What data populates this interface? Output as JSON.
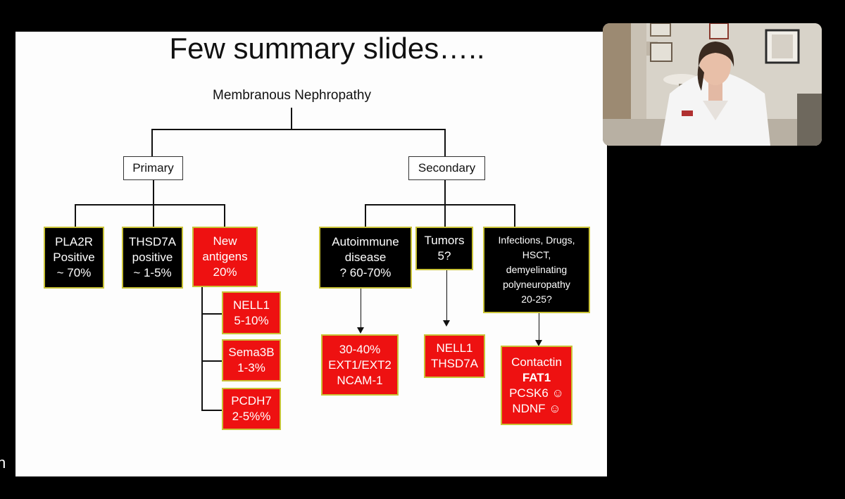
{
  "slide": {
    "title": "Few summary slides…..",
    "root": "Membranous Nephropathy",
    "primary": {
      "label": "Primary",
      "children": [
        {
          "lines": [
            "PLA2R",
            "Positive",
            "~ 70%"
          ]
        },
        {
          "lines": [
            "THSD7A",
            "positive",
            "~ 1-5%"
          ]
        },
        {
          "lines": [
            "New",
            "antigens",
            "20%"
          ]
        }
      ],
      "new_antigens": [
        {
          "lines": [
            "NELL1",
            "5-10%"
          ]
        },
        {
          "lines": [
            "Sema3B",
            "1-3%"
          ]
        },
        {
          "lines": [
            "PCDH7",
            "2-5%%"
          ]
        }
      ]
    },
    "secondary": {
      "label": "Secondary",
      "children": [
        {
          "lines": [
            "Autoimmune",
            "disease",
            "? 60-70%"
          ]
        },
        {
          "lines": [
            "Tumors",
            "5?"
          ]
        },
        {
          "lines": [
            "Infections, Drugs,",
            "HSCT,",
            "demyelinating",
            "polyneuropathy",
            "20-25?"
          ]
        }
      ],
      "subtypes": [
        {
          "lines": [
            "30-40%",
            "EXT1/EXT2",
            "NCAM-1"
          ]
        },
        {
          "lines": [
            "NELL1",
            "THSD7A"
          ]
        },
        {
          "lines": [
            "Contactin",
            "FAT1",
            "PCSK6 ☺",
            "NDNF ☺"
          ]
        }
      ]
    }
  },
  "overlay": {
    "edge_char": "n"
  },
  "colors": {
    "red": "#ee1111",
    "black": "#000000",
    "border": "#c9c236"
  },
  "webcam": {
    "icon": "person-video-icon"
  }
}
